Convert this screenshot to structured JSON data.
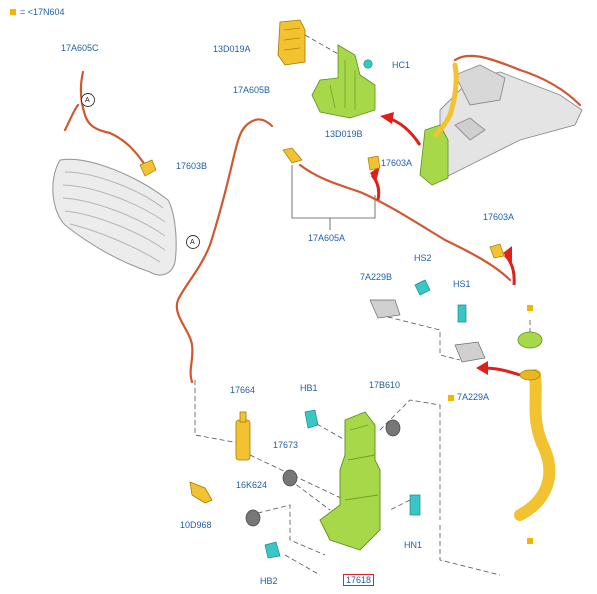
{
  "legend": {
    "text": "= <17N604",
    "swatch_color": "#f5b400"
  },
  "colors": {
    "label": "#1f5fa8",
    "hose": "#d0582f",
    "yellow_part": "#f2c230",
    "green_part": "#a7d84a",
    "teal_part": "#38c6c6",
    "grey_part": "#8c8c8c",
    "red_arrow": "#e0201b"
  },
  "labels": {
    "l17A605C": "17A605C",
    "l13D019A": "13D019A",
    "lHC1": "HC1",
    "l13D019B": "13D019B",
    "l17A605B": "17A605B",
    "l17603B": "17603B",
    "l17603A_top": "17603A",
    "l17603A_right": "17603A",
    "l17A605A": "17A605A",
    "l7A229B": "7A229B",
    "lHS2": "HS2",
    "lHS1": "HS1",
    "l7A229A": "7A229A",
    "l17664": "17664",
    "lHB1": "HB1",
    "l17B610": "17B610",
    "l17673": "17673",
    "l16K624": "16K624",
    "l10D968": "10D968",
    "lHN1": "HN1",
    "lHB2": "HB2",
    "l17618": "17618"
  },
  "connectors": {
    "a1": "A",
    "a2": "A"
  }
}
